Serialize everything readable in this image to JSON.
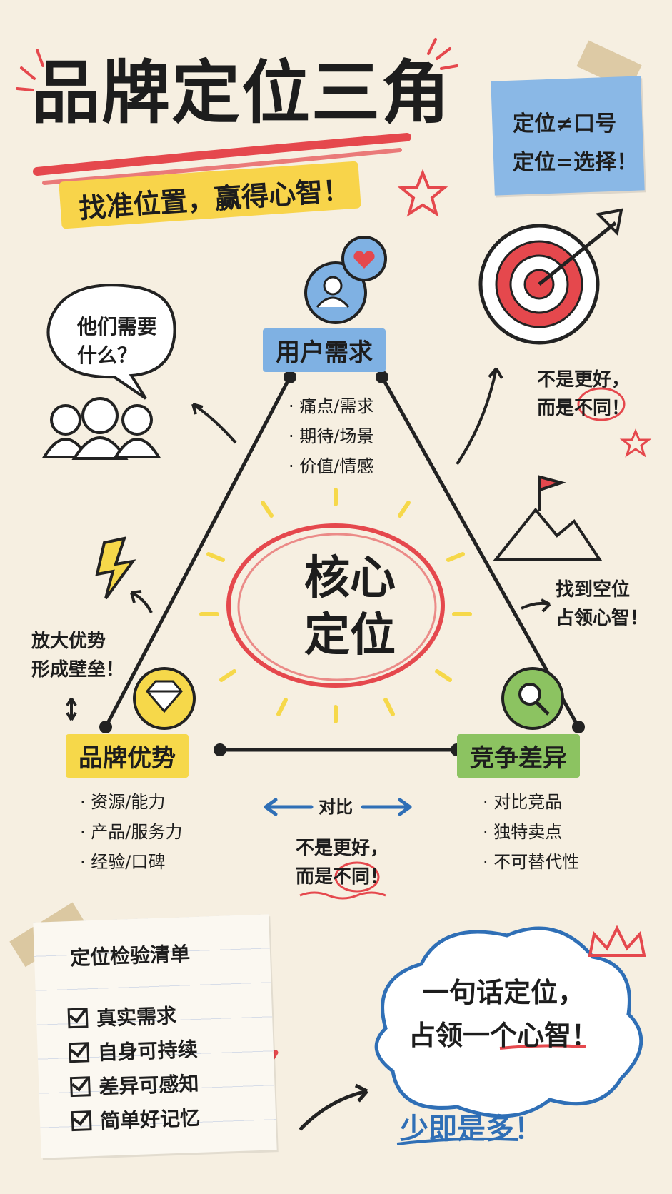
{
  "title": "品牌定位三角",
  "subtitle": "找准位置，赢得心智！",
  "note": {
    "line1": "定位≠口号",
    "line2": "定位=选择！"
  },
  "nodes": {
    "user": {
      "label": "用户需求",
      "bullets": [
        "· 痛点/需求",
        "· 期待/场景",
        "· 价值/情感"
      ]
    },
    "advantage": {
      "label": "品牌优势",
      "bullets": [
        "· 资源/能力",
        "· 产品/服务力",
        "· 经验/口碑"
      ]
    },
    "competition": {
      "label": "竞争差异",
      "bullets": [
        "· 对比竞品",
        "· 独特卖点",
        "· 不可替代性"
      ]
    }
  },
  "core": {
    "line1": "核心",
    "line2": "定位"
  },
  "side_notes": {
    "speech_line1": "他们需要",
    "speech_line2": "什么？",
    "target_line1": "不是更好，",
    "target_line2": "而是不同！",
    "flag_line1": "找到空位",
    "flag_line2": "占领心智！",
    "amplify_line1": "放大优势",
    "amplify_line2": "形成壁垒！",
    "compare_label": "对比",
    "bottom_line1": "不是更好，",
    "bottom_line2": "而是不同！"
  },
  "checklist": {
    "title": "定位检验清单",
    "items": [
      "真实需求",
      "自身可持续",
      "差异可感知",
      "简单好记忆"
    ]
  },
  "slogan": {
    "line1": "一句话定位，",
    "line2": "占领一个心智！"
  },
  "closing": "少即是多！",
  "colors": {
    "red": "#e5484d",
    "blue": "#7fb1e3",
    "yellow": "#f6d84a",
    "green": "#8cc361",
    "paper": "#f6efe1"
  }
}
